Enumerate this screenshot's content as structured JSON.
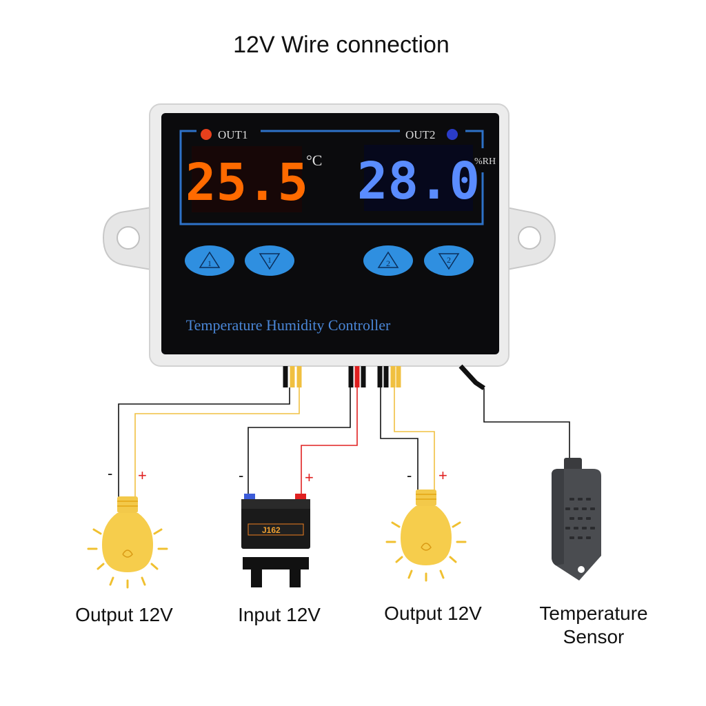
{
  "title": "12V Wire connection",
  "controller": {
    "out1_label": "OUT1",
    "out2_label": "OUT2",
    "temperature_reading": "25.5",
    "temperature_unit": "°C",
    "humidity_reading": "28.0",
    "humidity_unit": "%RH",
    "button_1_up": "1",
    "button_1_down": "1",
    "button_2_up": "2",
    "button_2_down": "2",
    "product_name": "Temperature Humidity Controller"
  },
  "battery_label": "J162",
  "polarity": {
    "minus": "-",
    "plus": "+"
  },
  "captions": {
    "output_1": "Output 12V",
    "input": "Input 12V",
    "output_2": "Output 12V",
    "sensor_line1": "Temperature",
    "sensor_line2": "Sensor"
  },
  "colors": {
    "temperature_led": "#ff6a00",
    "humidity_led": "#5a8cff",
    "panel_border": "#2e72c8",
    "button": "#2f8fe0",
    "bulb": "#f6cd4c",
    "wire_red": "#e02020",
    "wire_yellow": "#f0c040",
    "wire_black": "#111111"
  }
}
